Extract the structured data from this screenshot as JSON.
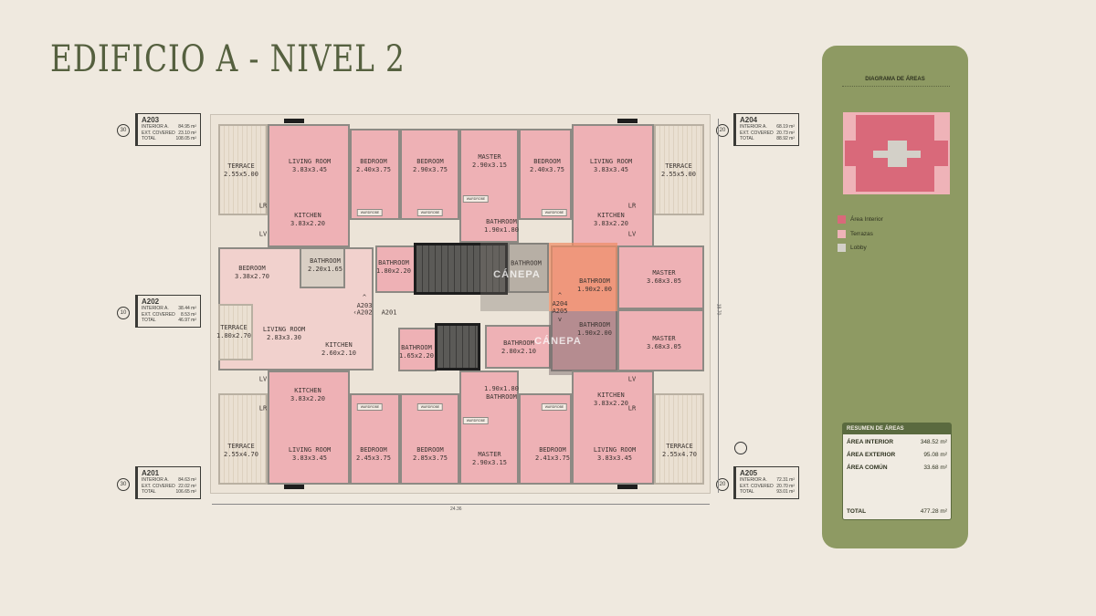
{
  "title": "EDIFICIO A - NIVEL 2",
  "units": [
    {
      "id": "A203",
      "orientation": "30",
      "interior_label": "INTERIOR A.",
      "interior": "84.95",
      "ext_label": "EXT. COVERED",
      "ext": "23.10",
      "total_label": "TOTAL",
      "total": "108.05",
      "unit": "m²"
    },
    {
      "id": "A204",
      "orientation": "20",
      "interior_label": "INTERIOR A.",
      "interior": "68.19",
      "ext_label": "EXT. COVERED",
      "ext": "20.73",
      "total_label": "TOTAL",
      "total": "88.92",
      "unit": "m²"
    },
    {
      "id": "A202",
      "orientation": "10",
      "interior_label": "INTERIOR A.",
      "interior": "38.44",
      "ext_label": "EXT. COVERED",
      "ext": "8.53",
      "total_label": "TOTAL",
      "total": "46.97",
      "unit": "m²"
    },
    {
      "id": "A201",
      "orientation": "30",
      "interior_label": "INTERIOR A.",
      "interior": "84.63",
      "ext_label": "EXT. COVERED",
      "ext": "22.02",
      "total_label": "TOTAL",
      "total": "106.65",
      "unit": "m²"
    },
    {
      "id": "A205",
      "orientation": "20",
      "interior_label": "INTERIOR A.",
      "interior": "72.31",
      "ext_label": "EXT. COVERED",
      "ext": "20.70",
      "total_label": "TOTAL",
      "total": "93.01",
      "unit": "m²"
    }
  ],
  "rooms": [
    {
      "n": "TERRACE",
      "d": "2.55x5.00"
    },
    {
      "n": "LIVING ROOM",
      "d": "3.83x3.45"
    },
    {
      "n": "BEDROOM",
      "d": "2.40x3.75"
    },
    {
      "n": "BEDROOM",
      "d": "2.90x3.75"
    },
    {
      "n": "KITCHEN",
      "d": "3.83x2.20"
    },
    {
      "n": "MASTER",
      "d": "2.90x3.15"
    },
    {
      "n": "BEDROOM",
      "d": "2.40x3.75"
    },
    {
      "n": "LIVING ROOM",
      "d": "3.83x3.45"
    },
    {
      "n": "TERRACE",
      "d": "2.55x5.00"
    },
    {
      "n": "KITCHEN",
      "d": "3.83x2.20"
    },
    {
      "n": "BATHROOM",
      "d": "1.90x1.80"
    },
    {
      "n": "BEDROOM",
      "d": "3.38x2.70"
    },
    {
      "n": "BATHROOM",
      "d": "2.20x1.65"
    },
    {
      "n": "BATHROOM",
      "d": "1.80x2.20"
    },
    {
      "n": "TERRACE",
      "d": "1.80x2.70"
    },
    {
      "n": "LIVING ROOM",
      "d": "2.83x3.30"
    },
    {
      "n": "KITCHEN",
      "d": "2.60x2.10"
    },
    {
      "n": "BATHROOM",
      "d": "1.65x2.20"
    },
    {
      "n": "BATHROOM",
      "d": ""
    },
    {
      "n": "BATHROOM",
      "d": "2.80x2.10"
    },
    {
      "n": "BATHROOM",
      "d": "1.90x2.00"
    },
    {
      "n": "BATHROOM",
      "d": "1.90x2.00"
    },
    {
      "n": "MASTER",
      "d": "3.68x3.05"
    },
    {
      "n": "MASTER",
      "d": "3.68x3.05"
    },
    {
      "n": "KITCHEN",
      "d": "3.83x2.20"
    },
    {
      "n": "TERRACE",
      "d": "2.55x4.70"
    },
    {
      "n": "LIVING ROOM",
      "d": "3.83x3.45"
    },
    {
      "n": "BEDROOM",
      "d": "2.45x3.75"
    },
    {
      "n": "BEDROOM",
      "d": "2.85x3.75"
    },
    {
      "n": "BATHROOM",
      "d": "1.90x1.80"
    },
    {
      "n": "MASTER",
      "d": "2.90x3.15"
    },
    {
      "n": "BEDROOM",
      "d": "2.41x3.75"
    },
    {
      "n": "LIVING ROOM",
      "d": "3.83x3.45"
    },
    {
      "n": "KITCHEN",
      "d": "3.83x2.20"
    },
    {
      "n": "TERRACE",
      "d": "2.55x4.70"
    }
  ],
  "wardrobe": "WARDROBE",
  "fixtures": {
    "lr": "LR",
    "lv": "LV"
  },
  "access_labels": {
    "a203": "A203",
    "a202": "A202",
    "a201": "A201",
    "a204": "A204",
    "a205": "A205"
  },
  "watermark": "CÁNEPA",
  "dimensions": {
    "width": "24.36",
    "depth": "18.70"
  },
  "panel": {
    "diagram_title": "DIAGRAMA DE ÁREAS",
    "legend": [
      {
        "label": "Área Interior",
        "color": "#d9697a"
      },
      {
        "label": "Terrazas",
        "color": "#efb3b8"
      },
      {
        "label": "Lobby",
        "color": "#d3d0c8"
      }
    ],
    "summary": {
      "title": "RESUMEN DE ÁREAS",
      "rows": [
        {
          "k": "ÁREA INTERIOR",
          "v": "348.52"
        },
        {
          "k": "ÁREA EXTERIOR",
          "v": "95.08"
        },
        {
          "k": "ÁREA COMÚN",
          "v": "33.68"
        }
      ],
      "total_label": "TOTAL",
      "total": "477.28",
      "unit": "m²"
    }
  }
}
